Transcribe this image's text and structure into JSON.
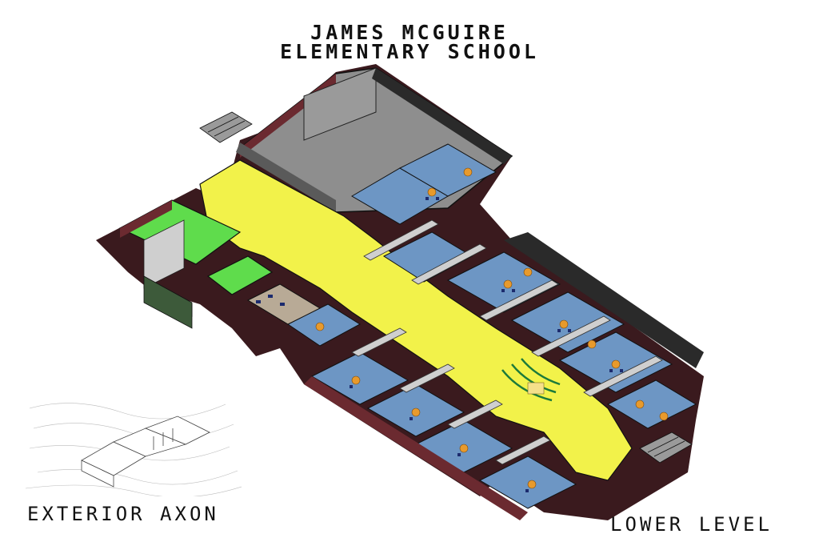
{
  "title": {
    "line1": "JAMES MCGUIRE",
    "line2": "ELEMENTARY SCHOOL"
  },
  "captions": {
    "exterior": "EXTERIOR AXON",
    "floor": "LOWER LEVEL"
  },
  "colors": {
    "corridor": "#f2f24a",
    "classroom_floor": "#6d96c4",
    "gym_floor": "#7ab0d8",
    "gray_floor": "#8e8e8e",
    "green_room": "#5fdc4c",
    "wall_top": "#cfcfcf",
    "brick": "#8a2d36",
    "furniture_orange": "#e89a2c",
    "seat_navy": "#1c2b6e",
    "window": "#2c2c2c",
    "outline": "#111111"
  }
}
